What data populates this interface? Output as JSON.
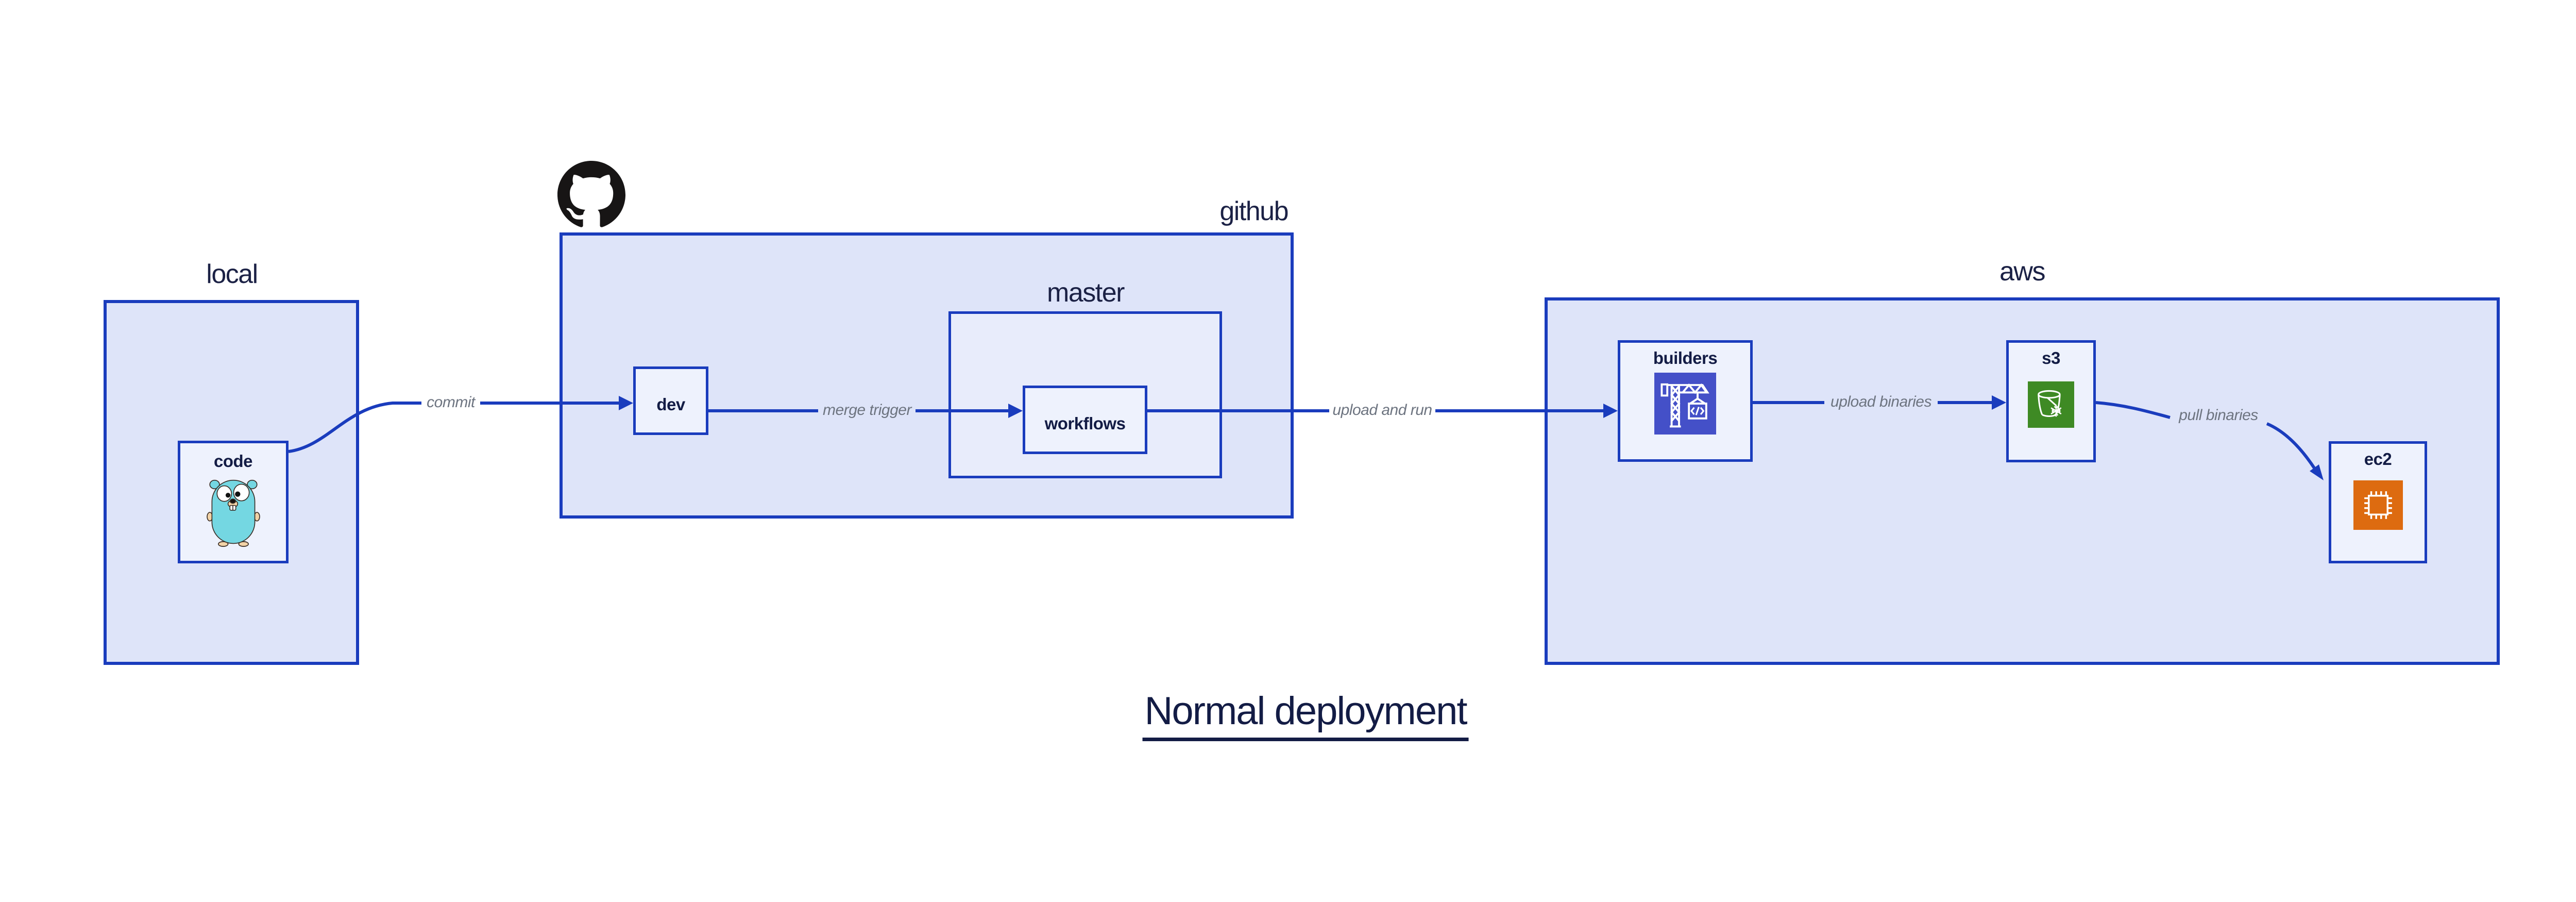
{
  "title": "Normal deployment",
  "groups": {
    "local": {
      "label": "local"
    },
    "github": {
      "label": "github",
      "logo_icon": "github-octocat-icon"
    },
    "master": {
      "label": "master"
    },
    "aws": {
      "label": "aws"
    }
  },
  "nodes": {
    "code": {
      "label": "code",
      "icon": "go-gopher-icon"
    },
    "dev": {
      "label": "dev"
    },
    "workflows": {
      "label": "workflows"
    },
    "builders": {
      "label": "builders",
      "icon": "aws-codebuild-icon"
    },
    "s3": {
      "label": "s3",
      "icon": "aws-s3-bucket-icon"
    },
    "ec2": {
      "label": "ec2",
      "icon": "aws-ec2-chip-icon"
    }
  },
  "edges": [
    {
      "from": "code",
      "to": "dev",
      "label": "commit"
    },
    {
      "from": "dev",
      "to": "workflows",
      "label": "merge trigger"
    },
    {
      "from": "workflows",
      "to": "builders",
      "label": "upload and run"
    },
    {
      "from": "builders",
      "to": "s3",
      "label": "upload binaries"
    },
    {
      "from": "s3",
      "to": "ec2",
      "label": "pull binaries"
    }
  ],
  "colors": {
    "accent_blue": "#1a3cbd",
    "group_fill": "#dee4f9",
    "nested_fill": "#e8ecfb",
    "node_fill": "#eef2fd",
    "text_dark": "#131c45",
    "edge_label_gray": "#6d7480",
    "codebuild_indigo": "#4450c8",
    "s3_green": "#3e8a24",
    "ec2_orange": "#dd6b10",
    "github_black": "#171515",
    "gopher_teal": "#74d7e2",
    "gopher_skin": "#f2d3a7"
  }
}
